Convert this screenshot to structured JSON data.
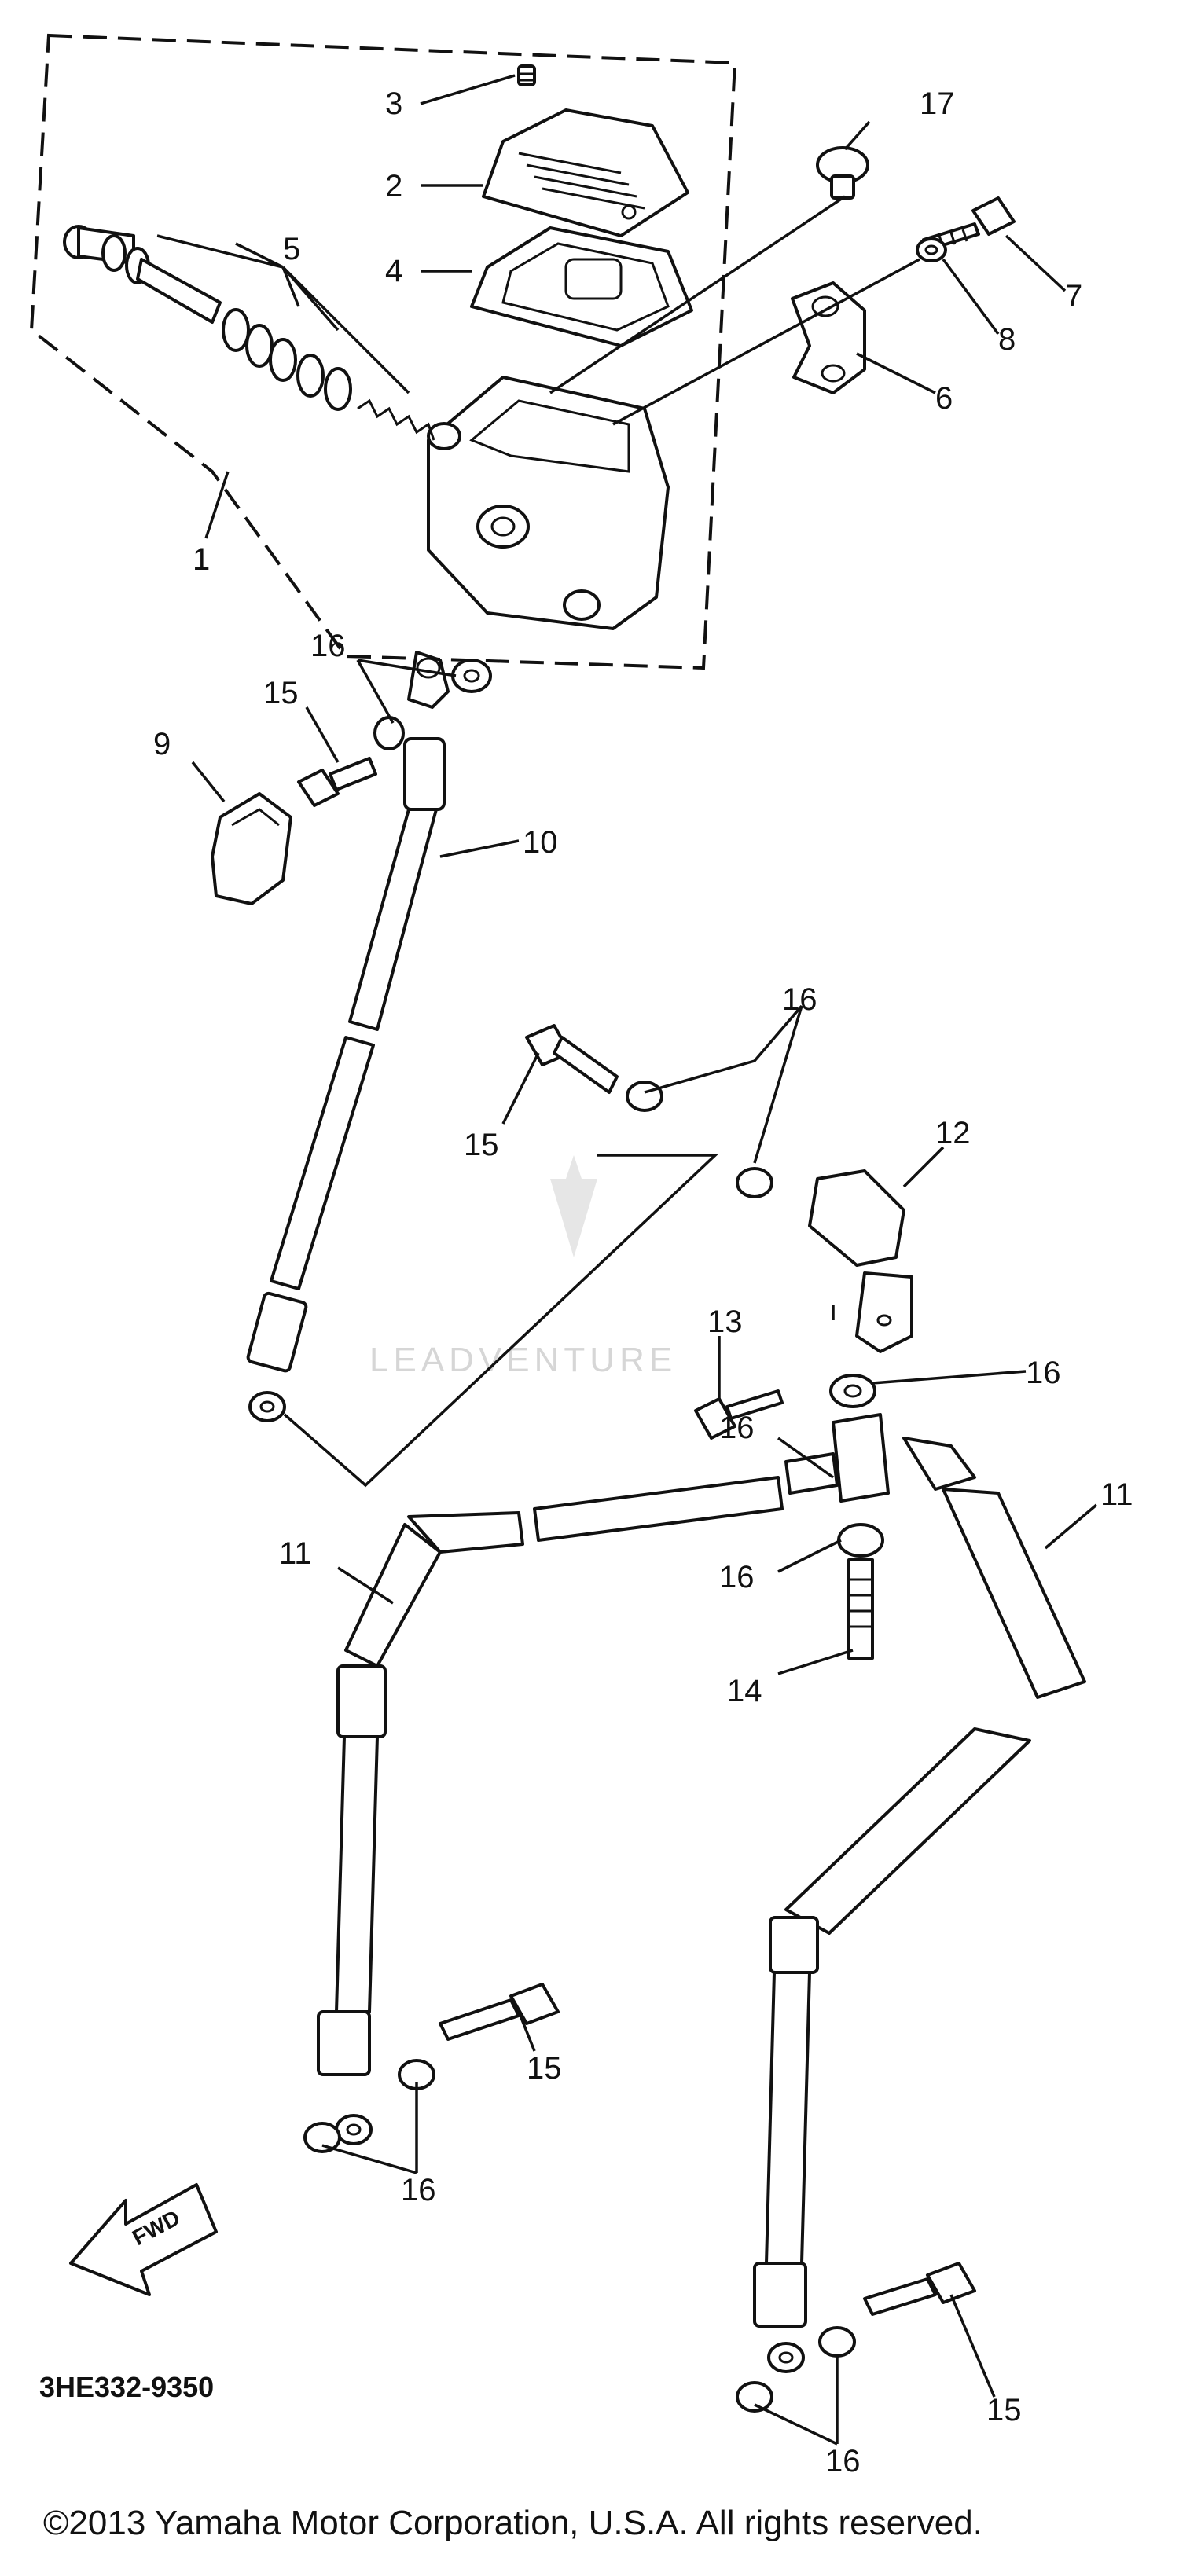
{
  "diagram_code": "3HE332-9350",
  "copyright": "©2013 Yamaha Motor Corporation, U.S.A. All rights reserved.",
  "watermark": "LEADVENTURE",
  "forward_arrow_label": "FWD",
  "callouts": {
    "c1": "1",
    "c2": "2",
    "c3": "3",
    "c4": "4",
    "c5": "5",
    "c6": "6",
    "c7": "7",
    "c8": "8",
    "c9": "9",
    "c10": "10",
    "c11a": "11",
    "c11b": "11",
    "c12": "12",
    "c13": "13",
    "c14": "14",
    "c15a": "15",
    "c15b": "15",
    "c15c": "15",
    "c15d": "15",
    "c16a": "16",
    "c16b": "16",
    "c16c": "16",
    "c16d": "16",
    "c16e": "16",
    "c16f": "16",
    "c16g": "16",
    "c17": "17"
  }
}
